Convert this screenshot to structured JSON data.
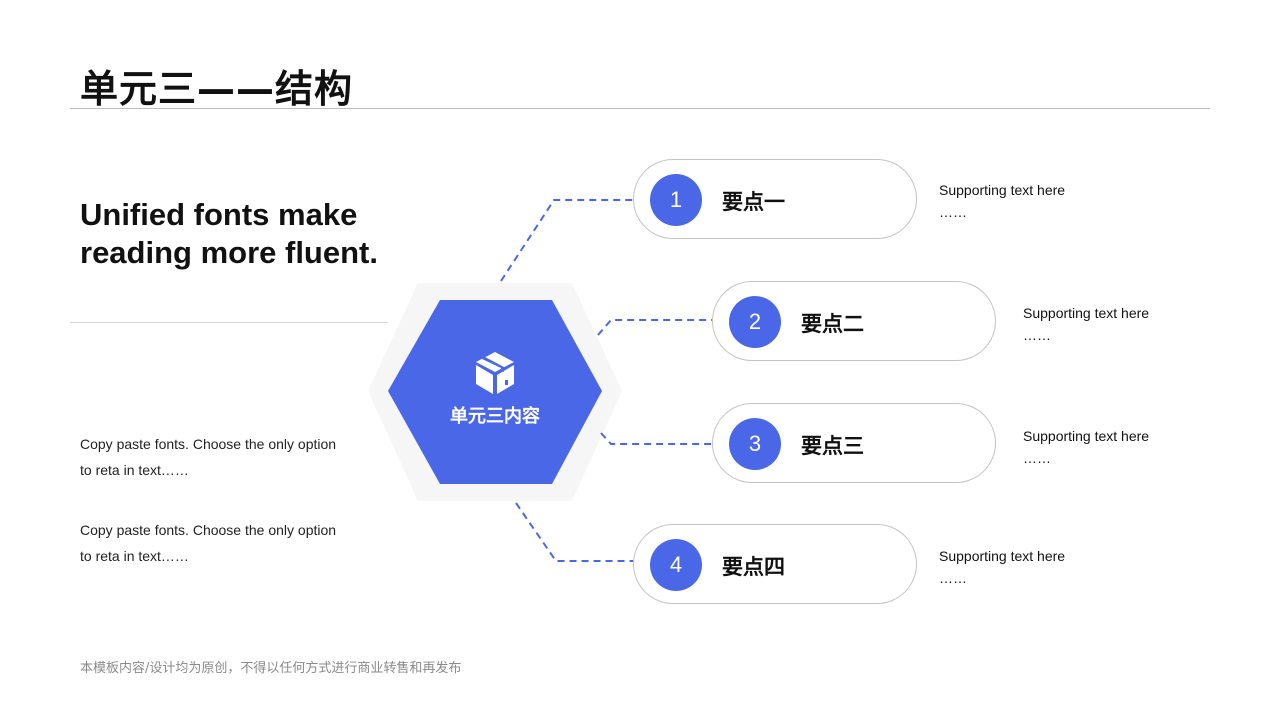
{
  "title": "单元三——结构",
  "headline": "Unified fonts make reading more fluent.",
  "paragraphs": [
    "Copy paste fonts. Choose the only option to reta in text……",
    "Copy paste fonts. Choose the only option to reta in text……"
  ],
  "center": {
    "label": "单元三内容",
    "icon": "package-box-icon"
  },
  "points": [
    {
      "number": "1",
      "label": "要点一",
      "support": "Supporting text here",
      "ellipsis": "……"
    },
    {
      "number": "2",
      "label": "要点二",
      "support": "Supporting text here",
      "ellipsis": "……"
    },
    {
      "number": "3",
      "label": "要点三",
      "support": "Supporting text here",
      "ellipsis": "……"
    },
    {
      "number": "4",
      "label": "要点四",
      "support": "Supporting text here",
      "ellipsis": "……"
    }
  ],
  "footer": "本模板内容/设计均为原创，不得以任何方式进行商业转售和再发布",
  "colors": {
    "accent": "#4a67e8",
    "text": "#111111",
    "muted": "#8a8a8a",
    "border": "#c3c3c3"
  }
}
